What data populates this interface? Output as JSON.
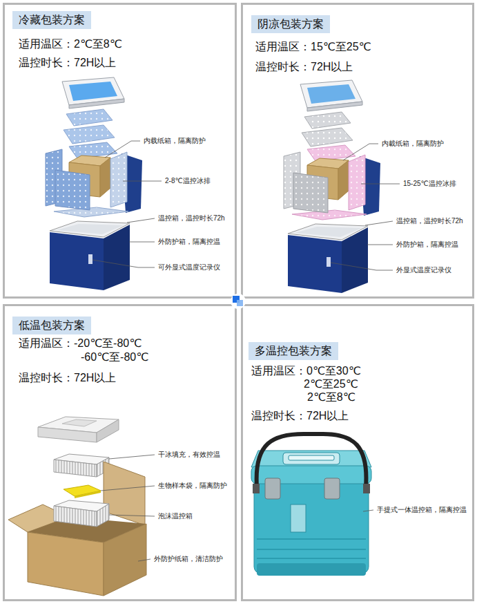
{
  "diagram": {
    "nodes": [
      {
        "text": [
          "适用温区：2℃至8℃",
          "温控时长：72H以上"
        ]
      },
      {
        "text": [
          "冷藏包装方案"
        ],
        "in": 0
      },
      {
        "text": [
          "适用温区：15℃至25℃",
          "温控时长：72H以上"
        ]
      },
      {
        "text": [
          "阴凉包装方案"
        ],
        "in": 2
      },
      {
        "text": [
          "适用温区：-20℃至-80℃",
          "-60℃至-80℃",
          "温控时长：72H以上"
        ]
      },
      {
        "text": [
          "低温包装方案"
        ],
        "in": 4
      },
      {
        "text": [
          "适用温区：0℃至30℃",
          "2℃至25℃",
          "2℃至8℃",
          "温控时长：72H以上"
        ]
      },
      {
        "text": [
          "多温控包装方案"
        ],
        "in": 6
      }
    ],
    "labels": [
      "内载纸箱，隔离防护",
      "2-8℃温控冰排",
      "温控箱，温控时长72h",
      "外防护箱，隔离控温",
      "可外显式温度记录仪",
      "内載纸箱，隔离防护",
      "15-25℃温控冰排",
      "温控箱，温控时长72h",
      "外防护箱，隔离控温",
      "外显式温度记录仪",
      "干冰填充，有效控温",
      "生物样本袋，隔离防护",
      "泡沫温控箱",
      "外防护纸箱，清洁防护",
      "手提式一体温控箱，隔离控温"
    ]
  }
}
